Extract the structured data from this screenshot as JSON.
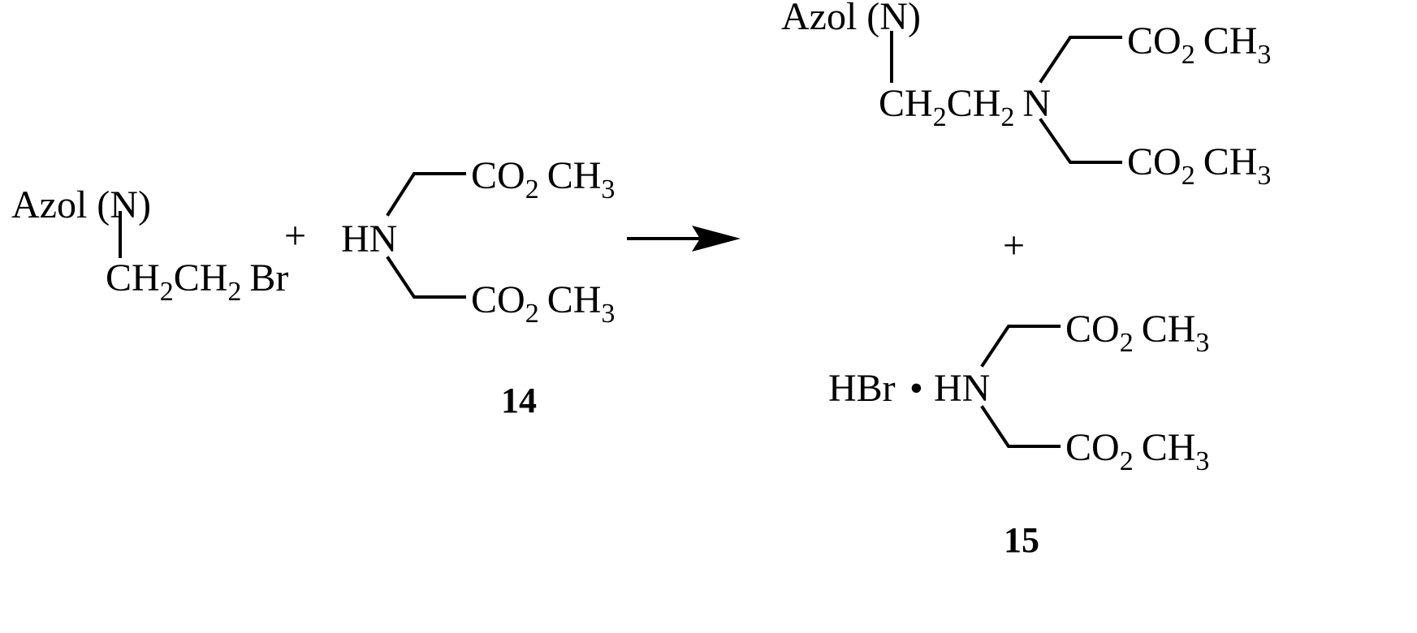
{
  "scheme": {
    "reactant_bromide": {
      "azol": "Azol (N)",
      "ch2": "CH",
      "sub2a": "2",
      "ch2b": "CH",
      "sub2b": "2",
      "br": "Br"
    },
    "plus1": "+",
    "reactant_amine": {
      "hn": "HN",
      "ester_top": {
        "co": "CO",
        "sub": "2",
        "ch": "CH",
        "sub3": "3"
      },
      "ester_bottom": {
        "co": "CO",
        "sub": "2",
        "ch": "CH",
        "sub3": "3"
      },
      "label": "14"
    },
    "product_main": {
      "azol": "Azol (N)",
      "ch2": "CH",
      "sub2a": "2",
      "ch2b": "CH",
      "sub2b": "2",
      "n": "N",
      "ester_top": {
        "co": "CO",
        "sub": "2",
        "ch": "CH",
        "sub3": "3"
      },
      "ester_bottom": {
        "co": "CO",
        "sub": "2",
        "ch": "CH",
        "sub3": "3"
      }
    },
    "plus2": "+",
    "product_salt": {
      "hbr": "HBr",
      "dot": "•",
      "hn": "HN",
      "ester_top": {
        "co": "CO",
        "sub": "2",
        "ch": "CH",
        "sub3": "3"
      },
      "ester_bottom": {
        "co": "CO",
        "sub": "2",
        "ch": "CH",
        "sub3": "3"
      },
      "label": "15"
    }
  }
}
